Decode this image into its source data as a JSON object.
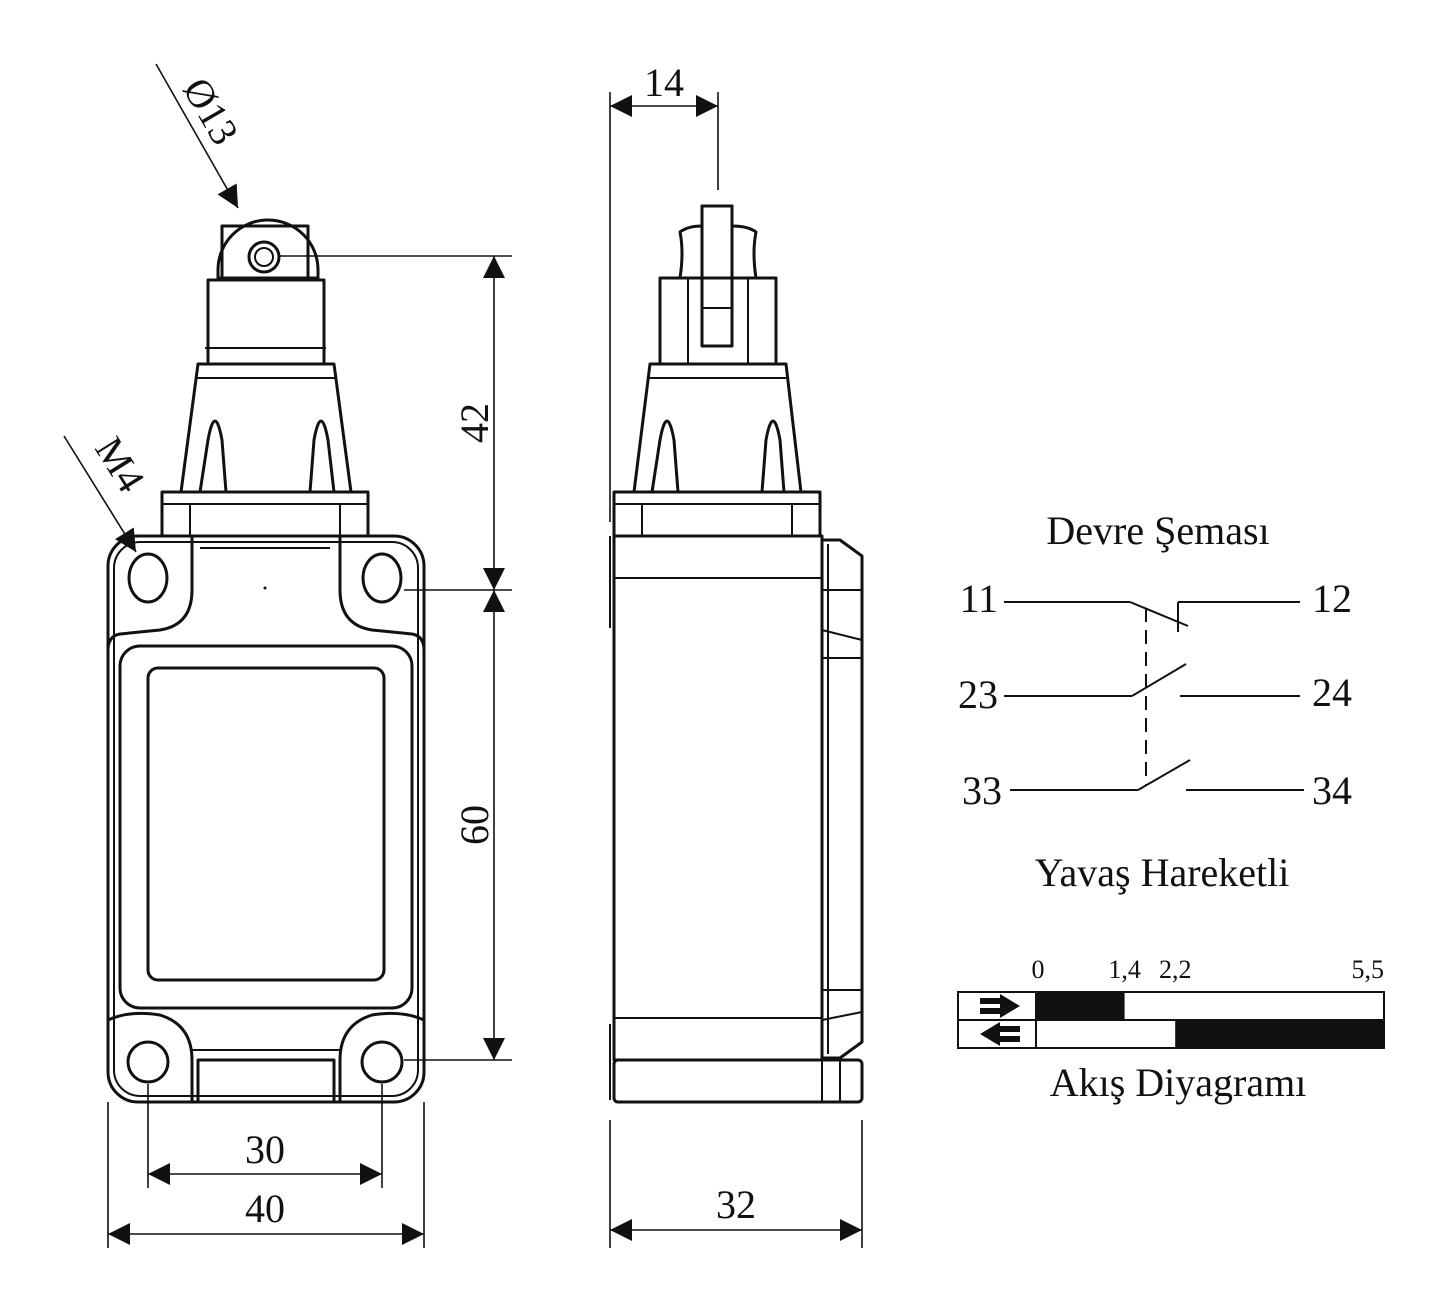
{
  "front_view": {
    "roller_diameter": "Ø13",
    "thread": "M4",
    "dim_height_upper": "42",
    "dim_height_lower": "60",
    "dim_hole_spacing": "30",
    "dim_width": "40"
  },
  "side_view": {
    "dim_plunger_width": "14",
    "dim_depth": "32"
  },
  "circuit": {
    "title": "Devre Şeması",
    "nc_in": "11",
    "nc_out": "12",
    "no1_in": "23",
    "no1_out": "24",
    "no2_in": "33",
    "no2_out": "34",
    "caption": "Yavaş Hareketli"
  },
  "flow_diagram": {
    "title": "Akış Diyagramı",
    "scale_labels": [
      "0",
      "1,4",
      "2,2",
      "5,5"
    ],
    "scale_max": 5.5,
    "row1_fill": [
      0,
      1.4
    ],
    "row2_fill": [
      2.2,
      5.5
    ]
  }
}
